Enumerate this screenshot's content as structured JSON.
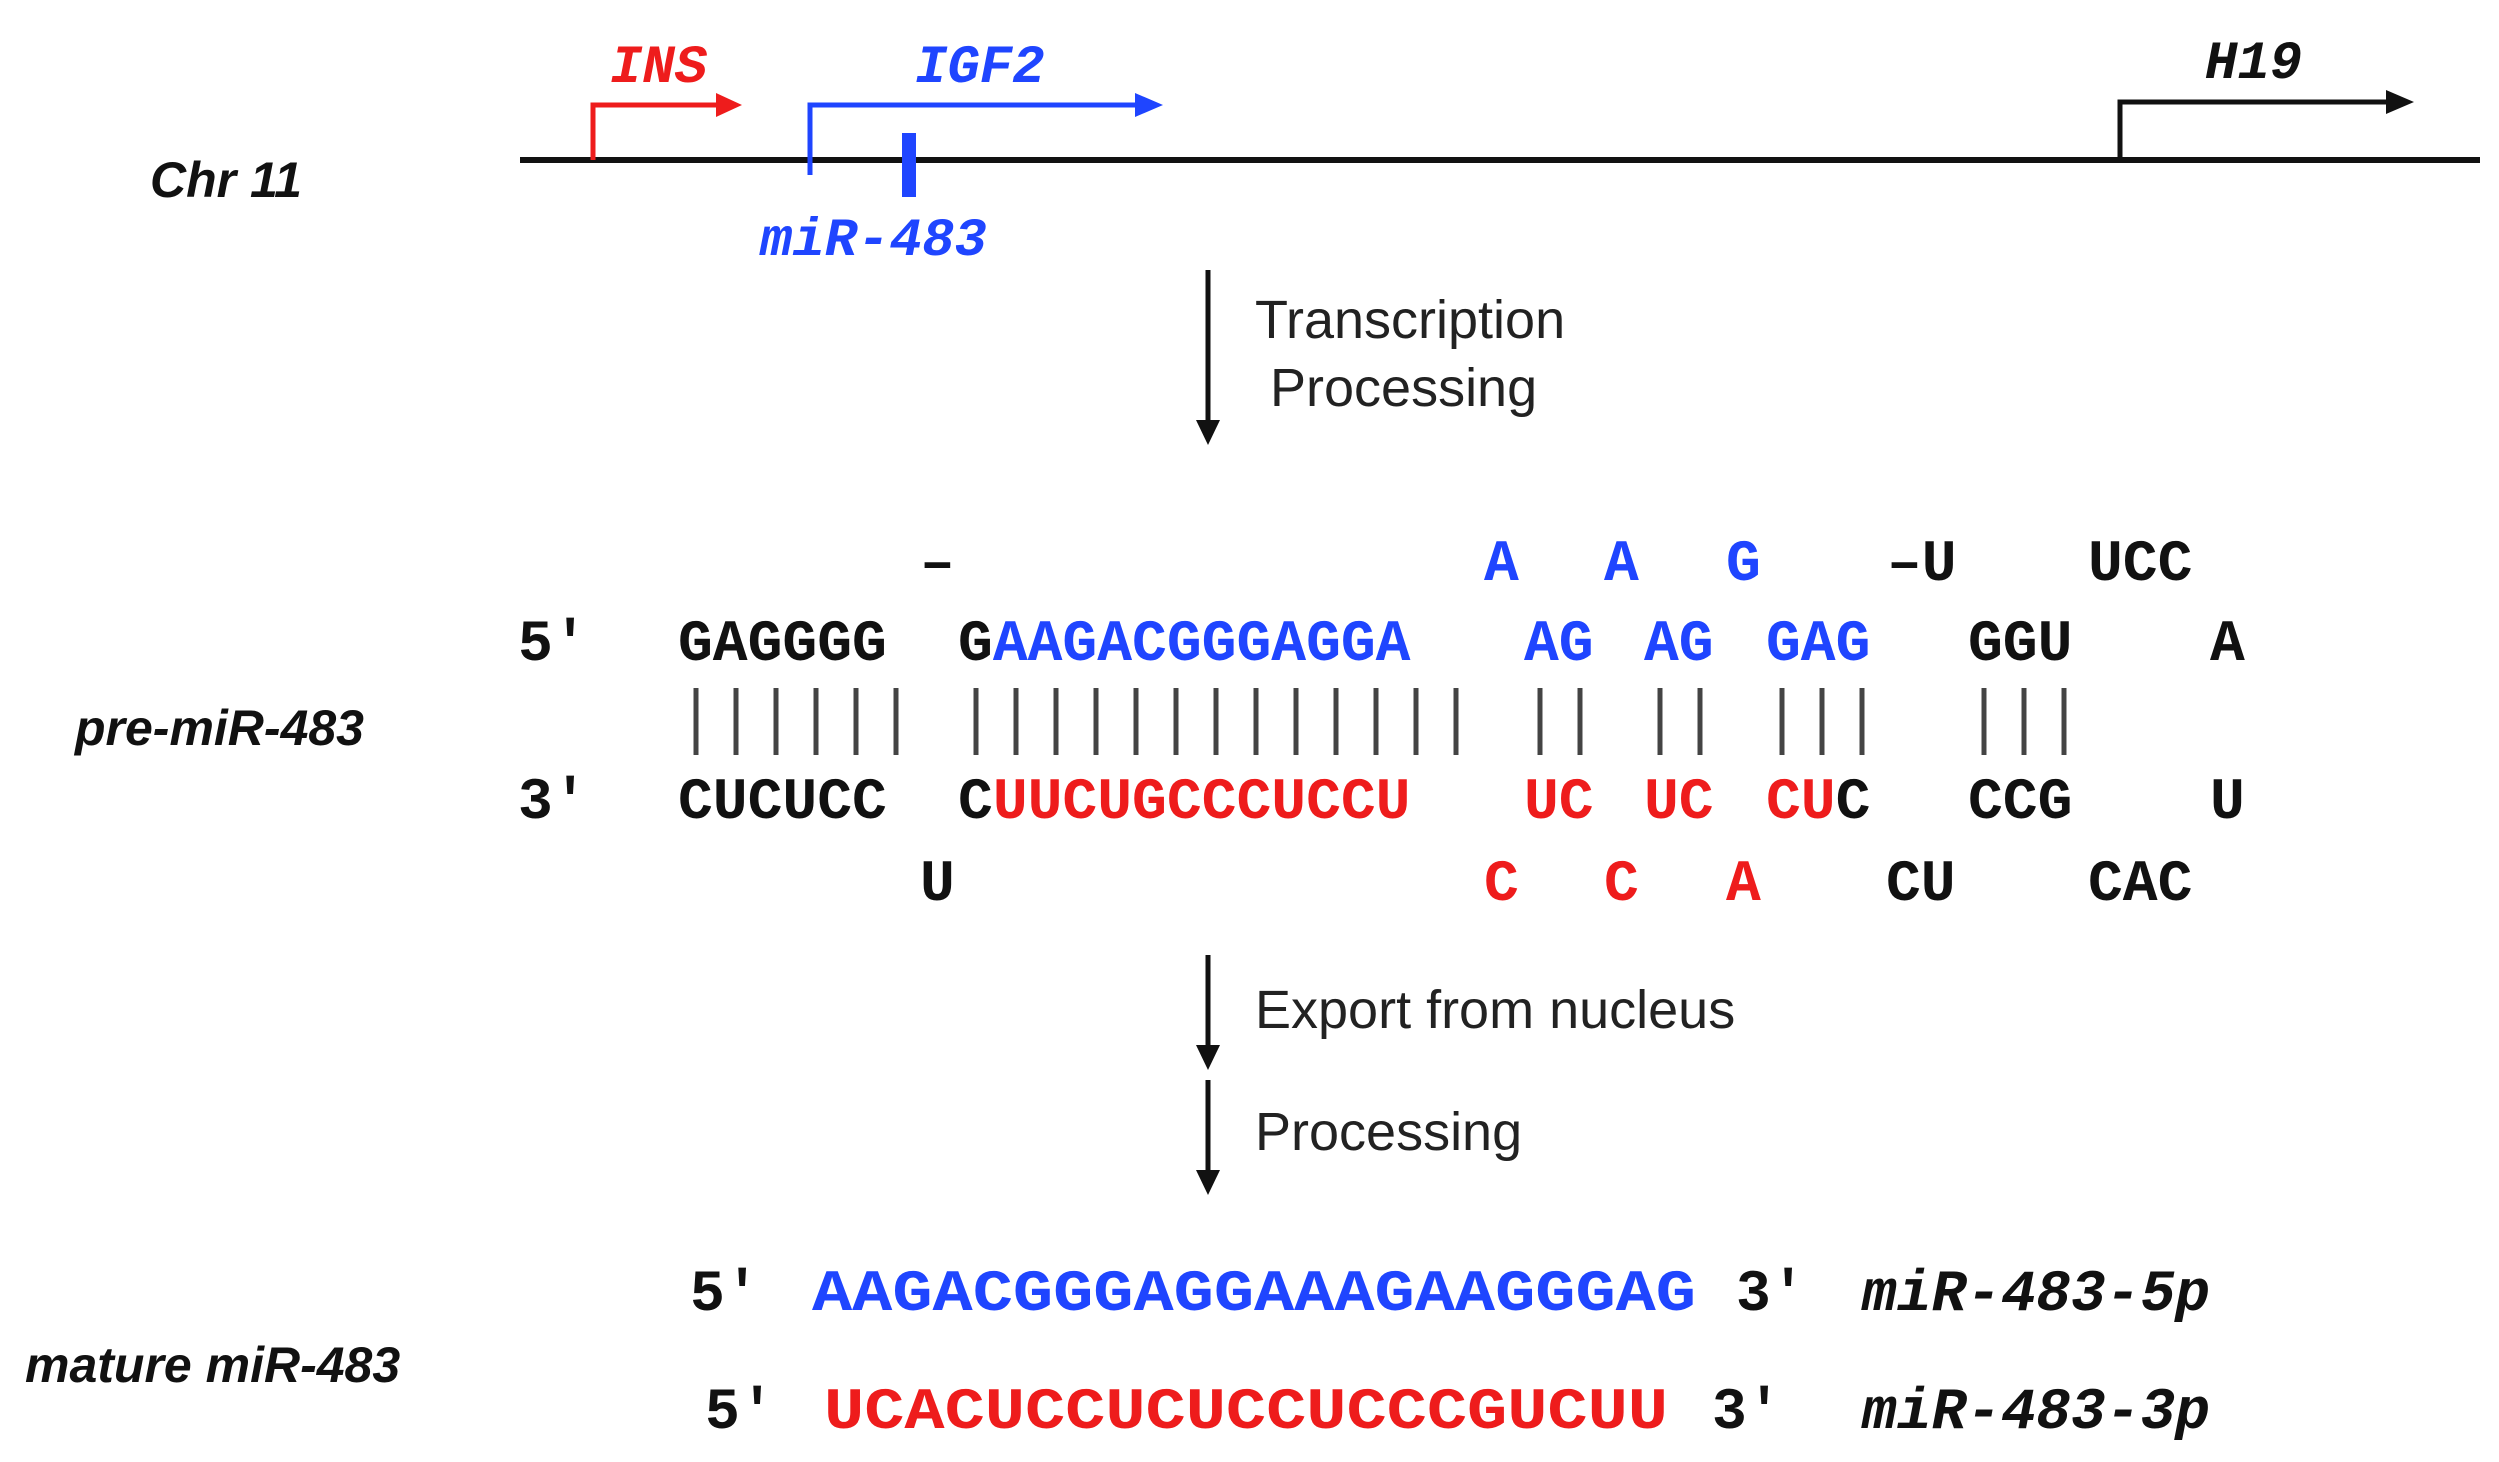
{
  "colors": {
    "black": "#111111",
    "red": "#ee1c1c",
    "blue": "#1f45ff"
  },
  "chromosome": {
    "label": "Chr 11",
    "genes": {
      "ins": "INS",
      "igf2": "IGF2",
      "h19": "H19",
      "mir483": "miR-483"
    }
  },
  "steps": {
    "transcription": "Transcription",
    "processing_1": "Processing",
    "export": "Export from nucleus",
    "processing_2": "Processing"
  },
  "pre_mir": {
    "label": "pre-miR-483",
    "top_loop": {
      "dash1": "–",
      "a1": "A",
      "a2": "A",
      "g": "G",
      "u": "–U",
      "ucc": "UCC"
    },
    "five_prime": "5′",
    "top_strand": {
      "s1": "GAGGGG",
      "s2_black": "G",
      "s2_blue": "AAGACGGGAGGA",
      "s3": "AG",
      "s4": "AG",
      "s5": "GAG",
      "s6": "GGU",
      "loop": "A"
    },
    "pairs": "|||||| ||||||||||||| || || ||| |||",
    "three_prime": "3′",
    "bottom_strand": {
      "s1": "CUCUCC",
      "s2_black": "C",
      "s2_red": "UUCUGCCCUCCU",
      "s3": "UC",
      "s4": "UC",
      "s5_red": "CU",
      "s5_black": "C",
      "s6": "CCG",
      "loop": "U"
    },
    "bottom_loop": {
      "u": "U",
      "c1": "C",
      "c2": "C",
      "a": "A",
      "cu": "CU",
      "cac": "CAC"
    }
  },
  "mature": {
    "label": "mature miR-483",
    "five_p": {
      "start": "5′",
      "seq": "AAGACGGGAGGAAAGAAGGGAG",
      "end": "3′",
      "name": "miR-483-5p"
    },
    "three_p": {
      "start": "5′",
      "seq": "UCACUCCUCUCCUCCCGUCUU",
      "end": "3′",
      "name": "miR-483-3p"
    }
  }
}
